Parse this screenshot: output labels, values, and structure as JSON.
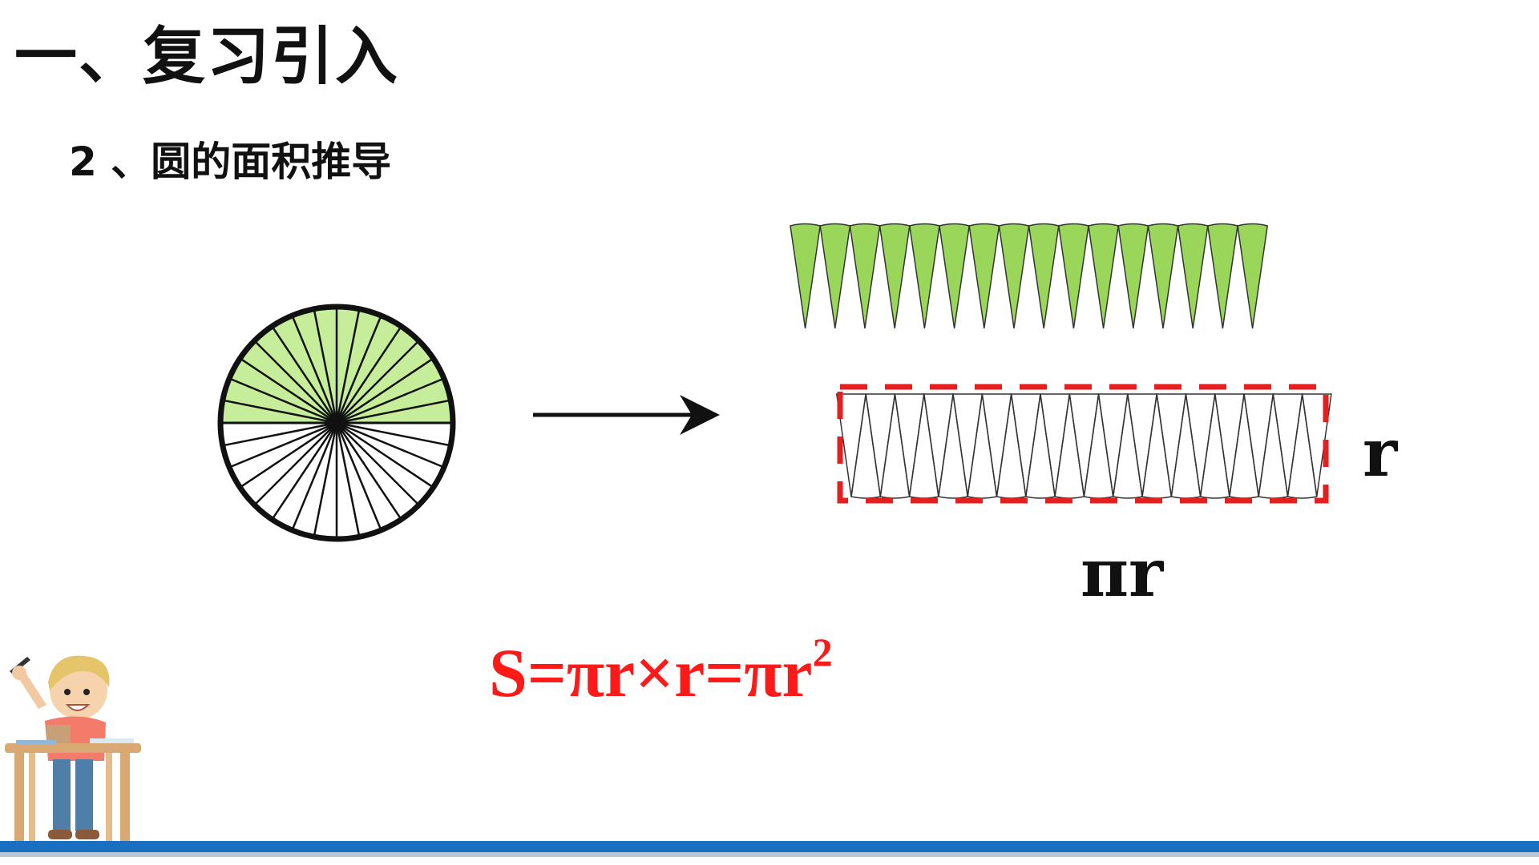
{
  "header": {
    "title": "一、复习引入",
    "subtitle": "2 、圆的面积推导"
  },
  "diagram": {
    "label_height": "r",
    "label_width": "πr",
    "formula_main": "S=πr×r=πr",
    "formula_exponent": "2",
    "sector_count": 32,
    "colors": {
      "sector_green": "#99d65a",
      "circle_top_fill": "#c6ee9a",
      "dashed_rect": "#e61e1e",
      "formula": "#ff1a1a",
      "bottom_bar": "#1a6fc0"
    }
  }
}
